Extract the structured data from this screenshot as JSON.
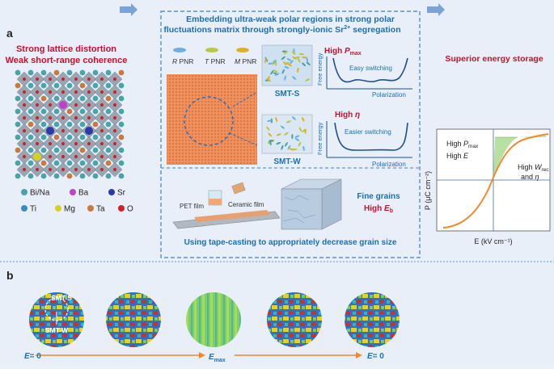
{
  "panel_a": {
    "label": "a",
    "left_title_1": "Strong lattice distortion",
    "left_title_2": "Weak short-range coherence",
    "legend_row1": [
      {
        "label": "Bi/Na",
        "color": "#4aa3a8"
      },
      {
        "label": "Ba",
        "color": "#c040c8"
      },
      {
        "label": "Sr",
        "color": "#2a3aa8"
      }
    ],
    "legend_row2": [
      {
        "label": "Ti",
        "color": "#3a8ac8"
      },
      {
        "label": "Mg",
        "color": "#d8d020"
      },
      {
        "label": "Ta",
        "color": "#c87840"
      },
      {
        "label": "O",
        "color": "#d02020"
      }
    ],
    "center_title_1": "Embedding ultra-weak polar regions in strong polar",
    "center_title_2": "fluctuations matrix through strongly-ionic Sr",
    "center_title_sup": "2+",
    "center_title_end": " segregation",
    "pnr_labels": [
      {
        "letter": "R",
        "text": " PNR"
      },
      {
        "letter": "T",
        "text": " PNR"
      },
      {
        "letter": "M",
        "text": " PNR"
      }
    ],
    "smt_s": "SMT-S",
    "smt_w": "SMT-W",
    "high_pmax": "High ",
    "pmax_sym": "P",
    "pmax_sub": "max",
    "easy_switching": "Easy switching",
    "high_eta": "High ",
    "eta_sym": "η",
    "easier_switching": "Easier switching",
    "free_energy": "Free energy",
    "polarization": "Polarization",
    "pet_film": "PET film",
    "ceramic_film": "Ceramic film",
    "fine_grains": "Fine grains",
    "high_eb": "High ",
    "eb_sym": "E",
    "eb_sub": "b",
    "tape_casting": "Using tape-casting to appropriately decrease grain size",
    "right_title": "Superior energy storage",
    "right_text_1a": "High ",
    "right_text_1b": "P",
    "right_text_1c": "max",
    "right_text_2a": "High ",
    "right_text_2b": "E",
    "right_text_3a": "High ",
    "right_text_3b": "W",
    "right_text_3c": "rec",
    "right_text_4a": "and ",
    "right_text_4b": "η",
    "p_axis": "P (μC cm⁻²)",
    "e_axis": "E (kV cm⁻¹)"
  },
  "panel_b": {
    "label": "b",
    "smt_s": "SMT-S",
    "smt_w": "SMT-W",
    "e_zero_1": "E",
    "e_zero_1b": "= 0",
    "e_max": "E",
    "e_max_sub": "max",
    "e_zero_2": "E",
    "e_zero_2b": "= 0"
  },
  "colors": {
    "accent_red": "#c8102e",
    "accent_blue": "#1a6fb5",
    "orange": "#f08a28",
    "green_fill": "#b8e0a0"
  }
}
